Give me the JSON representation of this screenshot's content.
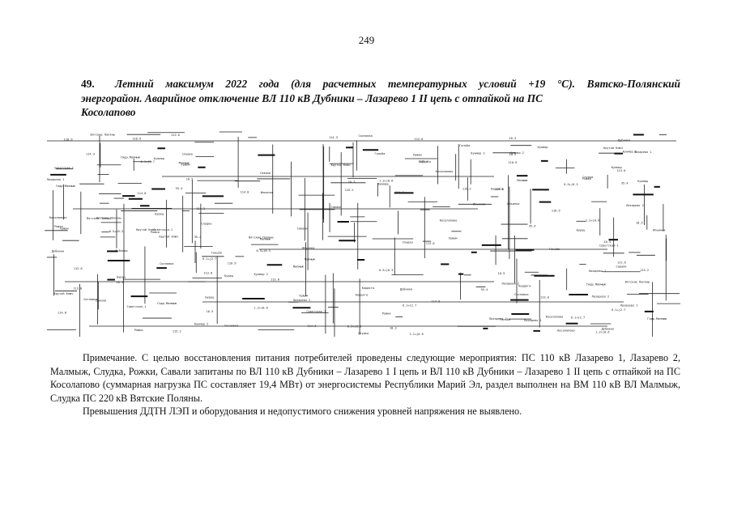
{
  "page": {
    "number": "249"
  },
  "heading": {
    "index": "49.",
    "line1": "Летний максимум 2022 года (для расчетных температурных условий +19 °С). Вятско-Полянский",
    "line2": "энергорайон. Аварийное отключение ВЛ 110 кВ Дубники – Лазарево 1 II цепь с отпайкой на ПС",
    "line3": "Косолапово"
  },
  "scheme": {
    "substations_left": [
      "Советская-1",
      "Кордяга",
      "Ильинка",
      "Гидр.Малмыж",
      "Бурец",
      "Гоньба"
    ],
    "substations_mid": [
      "Лазарево 1",
      "Лазарево 2",
      "Малмыж",
      "Слудка",
      "Рожки",
      "Савали",
      "Вятские Поляны",
      "Дубники",
      "Косолапово"
    ],
    "substations_right": [
      "Кукмор",
      "Крутой Ключ",
      "Уржум",
      "Сосновка",
      "Кукмор 2"
    ],
    "values": [
      "114.8",
      "112.6",
      "115.2",
      "113.0",
      "10.3",
      "0.5+j0.3",
      "1.2+j0.6",
      "114.3",
      "6.1+j2.7",
      "110.9",
      "35.4",
      "10.5"
    ]
  },
  "note": {
    "p1": "Примечание. С целью восстановления питания потребителей проведены следующие мероприятия: ПС 110 кВ Лазарево 1, Лазарево 2, Малмыж, Слудка, Рожки, Савали запитаны по ВЛ 110 кВ Дубники – Лазарево 1 I цепь и ВЛ 110 кВ Дубники – Лазарево 1 II цепь с отпайкой на ПС Косолапово (суммарная нагрузка ПС составляет 19,4 МВт) от энергосистемы Республики Марий Эл, раздел выполнен на ВМ 110 кВ ВЛ Малмыж, Слудка ПС 220 кВ Вятские Поляны.",
    "p2": "Превышения ДДТН ЛЭП и оборудования и недопустимого снижения уровней напряжения не выявлено."
  }
}
